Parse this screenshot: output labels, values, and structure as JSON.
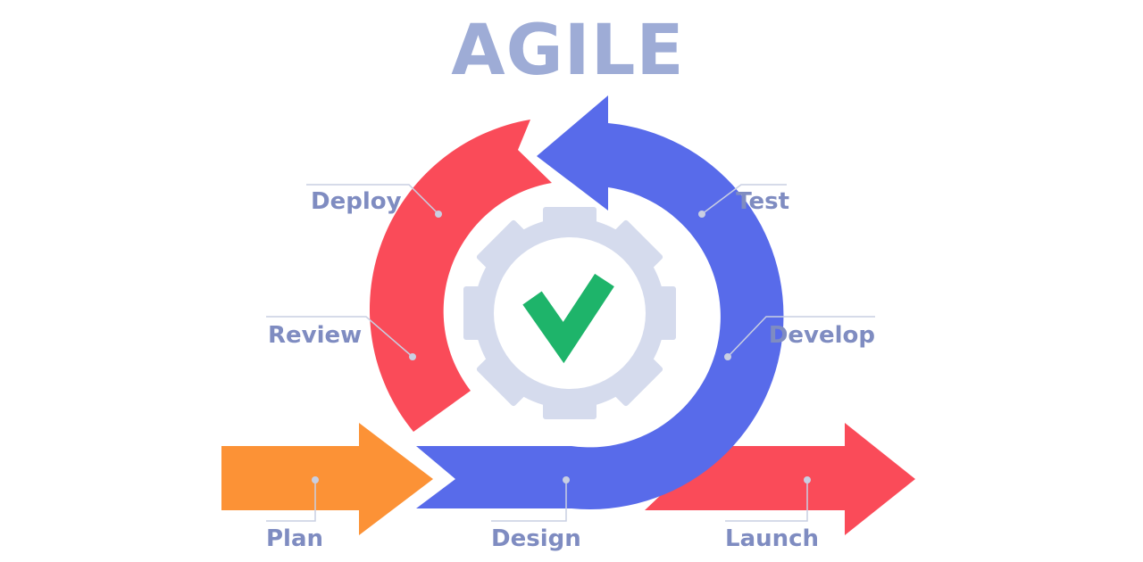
{
  "title": "AGILE",
  "stages": {
    "plan": "Plan",
    "design": "Design",
    "develop": "Develop",
    "test": "Test",
    "deploy": "Deploy",
    "review": "Review",
    "launch": "Launch"
  },
  "colors": {
    "title": "#9EACD6",
    "label": "#7F8CC1",
    "leader": "#C9CFE2",
    "blue": "#586BEA",
    "red": "#FA4B59",
    "orange": "#FC9236",
    "gear": "#D5DBED",
    "check": "#1EB46A"
  },
  "icons": {
    "center": "gear-icon",
    "badge": "checkmark-icon"
  }
}
